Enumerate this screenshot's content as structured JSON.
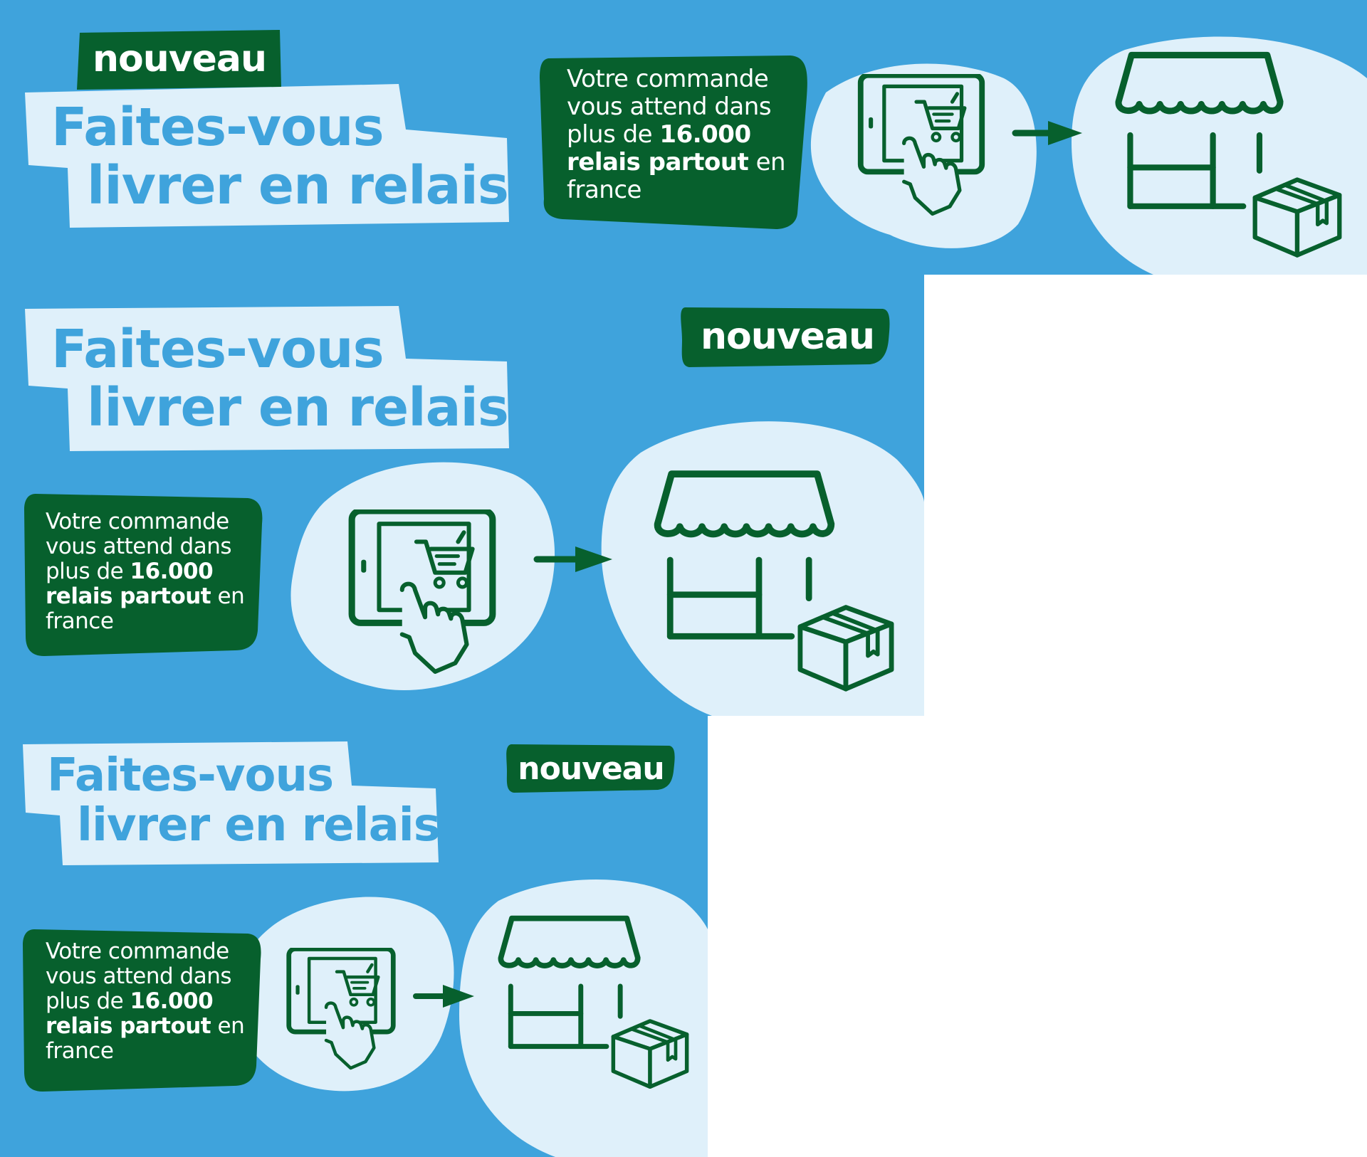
{
  "banners": [
    {
      "badge": "nouveau",
      "title_line1": "Faites-vous",
      "title_line2": "livrer en relais",
      "desc_line1": "Votre commande",
      "desc_line2": "vous attend dans",
      "desc_line3_prefix": "plus de ",
      "desc_count": "16.000",
      "desc_line4_bold": "relais partout",
      "desc_line4_suffix": " en",
      "desc_line5": "france"
    },
    {
      "badge": "nouveau",
      "title_line1": "Faites-vous",
      "title_line2": "livrer en relais",
      "desc_line1": "Votre commande",
      "desc_line2": "vous attend dans",
      "desc_line3_prefix": "plus de ",
      "desc_count": "16.000",
      "desc_line4_bold": "relais partout",
      "desc_line4_suffix": " en",
      "desc_line5": "france"
    },
    {
      "badge": "nouveau",
      "title_line1": "Faites-vous",
      "title_line2": "livrer en relais",
      "desc_line1": "Votre commande",
      "desc_line2": "vous attend dans",
      "desc_line3_prefix": "plus de ",
      "desc_count": "16.000",
      "desc_line4_bold": "relais partout",
      "desc_line4_suffix": " en",
      "desc_line5": "france"
    }
  ],
  "icons": [
    "tablet-shopping-cart-icon",
    "arrow-right-icon",
    "shop-storefront-icon",
    "parcel-box-icon"
  ],
  "colors": {
    "background_blue": "#3fa3dc",
    "light_blue": "#dff0fa",
    "dark_green": "#07602d",
    "white": "#ffffff"
  }
}
